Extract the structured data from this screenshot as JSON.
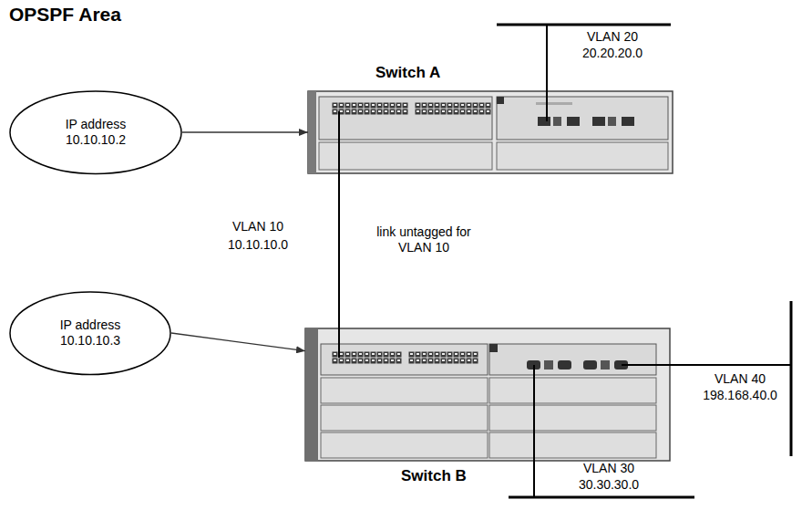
{
  "diagram": {
    "title": "OPSPF Area",
    "nodes": [
      {
        "text": [
          "Switch A"
        ]
      },
      {
        "text": [
          "IP address 10.10.10.2"
        ]
      },
      {
        "text": [
          "IP address 10.10.10.3"
        ]
      },
      {
        "text": [
          "Switch B"
        ]
      }
    ],
    "edges": [
      {
        "from": 1,
        "to": 0,
        "arrow": "to"
      },
      {
        "from": 0,
        "to": 3,
        "label": "link untagged for VLAN 10",
        "arrow": "none"
      },
      {
        "from": 2,
        "to": 3,
        "arrow": "to"
      }
    ],
    "labels": [
      "VLAN 20",
      "20.20.20.0",
      "VLAN 10",
      "10.10.10.0",
      "VLAN 40",
      "198.168.40.0",
      "VLAN 30",
      "30.30.30.0"
    ]
  }
}
